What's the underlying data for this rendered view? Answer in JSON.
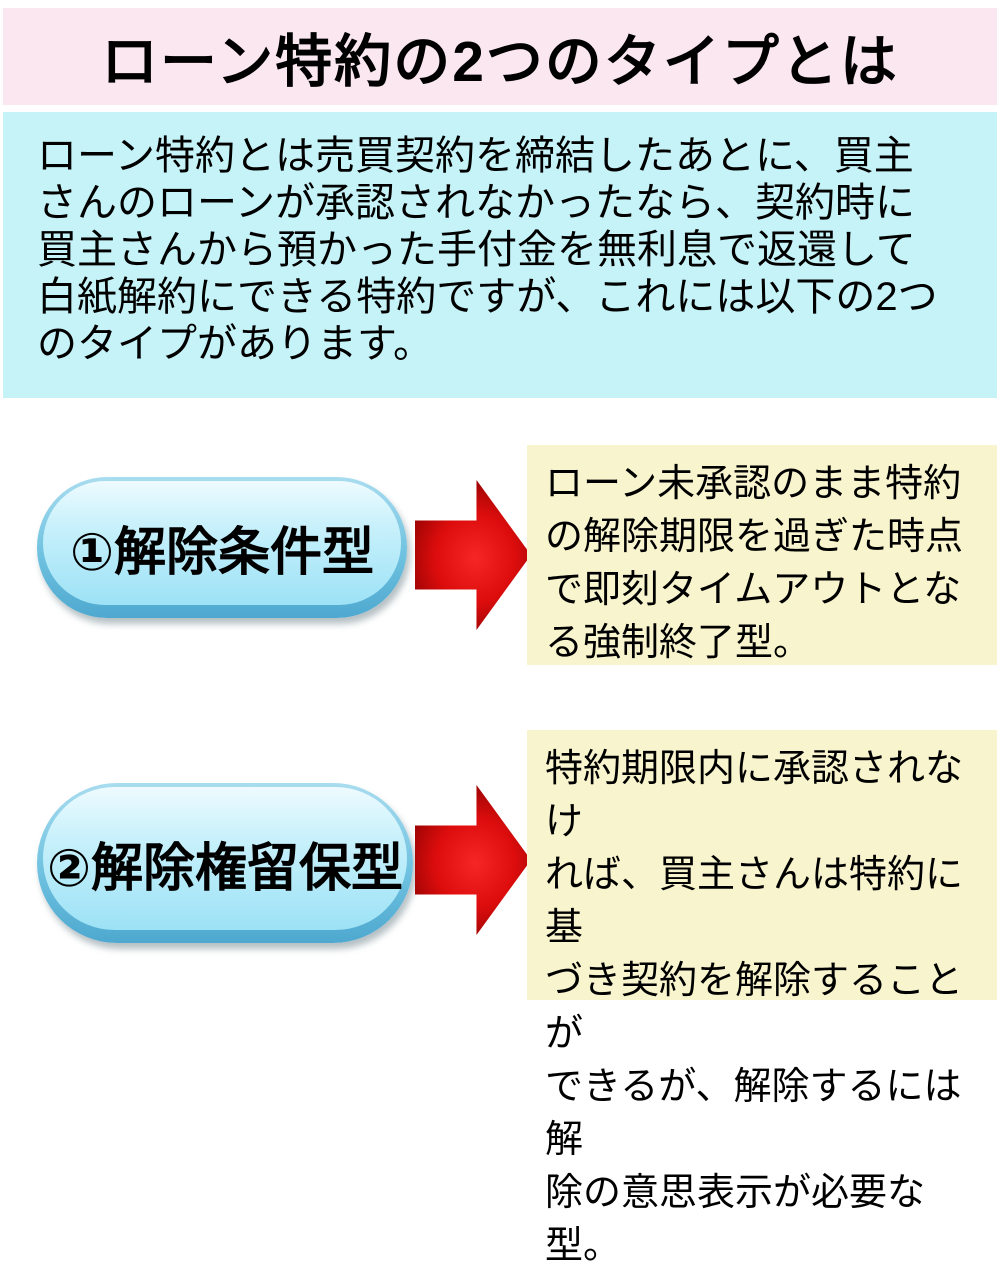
{
  "header": {
    "title": "ローン特約の2つのタイプとは"
  },
  "intro": {
    "text": "ローン特約とは売買契約を締結したあとに、買主\nさんのローンが承認されなかったなら、契約時に\n買主さんから預かった手付金を無利息で返還して\n白紙解約にできる特約ですが、これには以下の2つ\nのタイプがあります。"
  },
  "rows": [
    {
      "pill_label": "①解除条件型",
      "desc": "ローン未承認のまま特約\nの解除期限を過ぎた時点\nで即刻タイムアウトとな\nる強制終了型。"
    },
    {
      "pill_label": "②解除権留保型",
      "desc": "特約期限内に承認されなけ\nれば、買主さんは特約に基\nづき契約を解除することが\nできるが、解除するには解\n除の意思表示が必要な型。"
    }
  ],
  "icons": {
    "arrow": "red-block-arrow-right"
  },
  "colors": {
    "header_bg": "#fae7f0",
    "intro_bg": "#c6f3f8",
    "desc_bg": "#f8f4ce",
    "pill_top": "#eefbff",
    "pill_bottom": "#4ea8cf",
    "arrow_red": "#de0d0d",
    "arrow_dark_red": "#7e0000",
    "text": "#000000"
  }
}
